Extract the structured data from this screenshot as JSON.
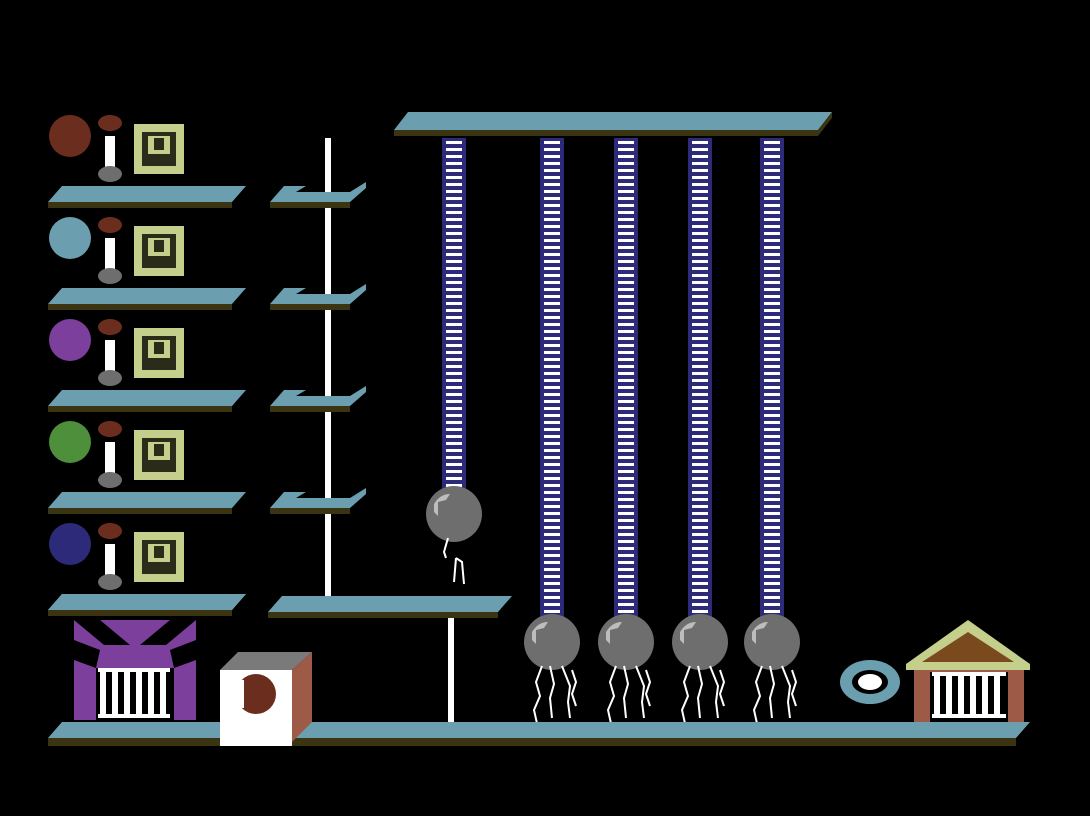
{
  "palette": {
    "background": "#000000",
    "shelf_top": "#6b9fb0",
    "shelf_shadow": "#3b3412",
    "pole": "#ffffff",
    "spring_dark": "#2e2a7a",
    "spring_light": "#ffffff",
    "ball": "#6e6e6e",
    "ball_shine": "#bdbdbd",
    "legs": "#ffffff",
    "panel_outer": "#c3cf8a",
    "panel_inner": "#c3cf8a",
    "panel_dark": "#2b2b1a",
    "knob_top": "#6b2e1e",
    "knob_bottom": "#6e6e6e",
    "gate_purple": "#7d3f9c",
    "bars": "#ffffff",
    "house_roof": "#7a4a1e",
    "house_roof_edge": "#c3cf8a",
    "house_wall": "#9c5a47",
    "ring": "#6b9fb0",
    "washer_white": "#ffffff",
    "washer_side": "#9c5a47",
    "washer_top": "#7a7a7a",
    "washer_eye": "#6b2e1e"
  },
  "players": [
    {
      "id": "slot-1",
      "color": "#6b2e1e"
    },
    {
      "id": "slot-2",
      "color": "#6b9fb0"
    },
    {
      "id": "slot-3",
      "color": "#7d3f9c"
    },
    {
      "id": "slot-4",
      "color": "#4e8f3c"
    },
    {
      "id": "slot-5",
      "color": "#2e2a7a"
    }
  ],
  "springs": [
    {
      "id": "spring-1",
      "extended": false
    },
    {
      "id": "spring-2",
      "extended": true
    },
    {
      "id": "spring-3",
      "extended": true
    },
    {
      "id": "spring-4",
      "extended": true
    },
    {
      "id": "spring-5",
      "extended": true
    }
  ],
  "icons": {
    "spring_ball": "spring-ball-icon",
    "gate": "gate-icon",
    "house": "house-icon",
    "ring": "ring-icon",
    "washer": "washer-icon"
  }
}
